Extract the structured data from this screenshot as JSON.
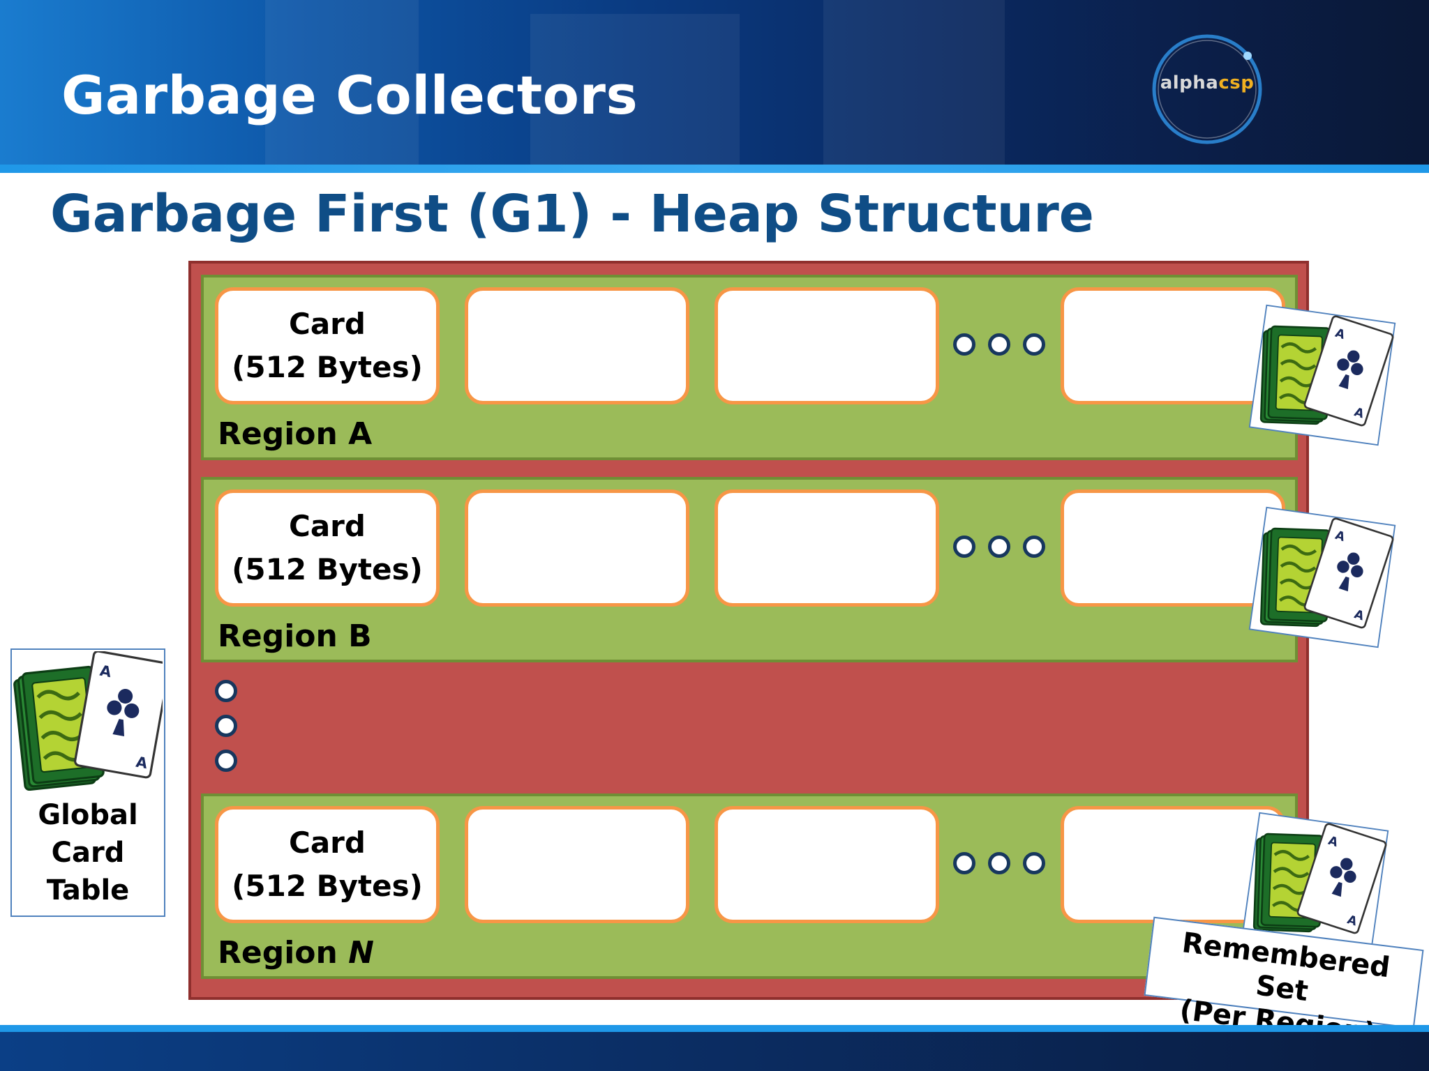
{
  "header": {
    "title": "Garbage Collectors",
    "logo": {
      "prefix": "alpha",
      "suffix": "csp"
    }
  },
  "slide": {
    "title": "Garbage First (G1) - Heap Structure"
  },
  "diagram": {
    "card": {
      "line1": "Card",
      "line2": "(512 Bytes)"
    },
    "regions": [
      {
        "label": "Region A"
      },
      {
        "label": "Region B"
      },
      {
        "label_prefix": "Region ",
        "label_italic": "N"
      }
    ],
    "global_card_table": {
      "line1": "Global",
      "line2": "Card",
      "line3": "Table"
    },
    "remembered_set": {
      "line1": "Remembered Set",
      "line2": "(Per Region)"
    }
  },
  "colors": {
    "heap_fill": "#c0504d",
    "region_fill": "#9bbb59",
    "card_border": "#f79646",
    "title_blue": "#0f4d86",
    "ellipsis_dot": "#17375e",
    "label_box_border": "#4f81bd"
  },
  "icons": {
    "card_deck": "card-deck-icon"
  }
}
